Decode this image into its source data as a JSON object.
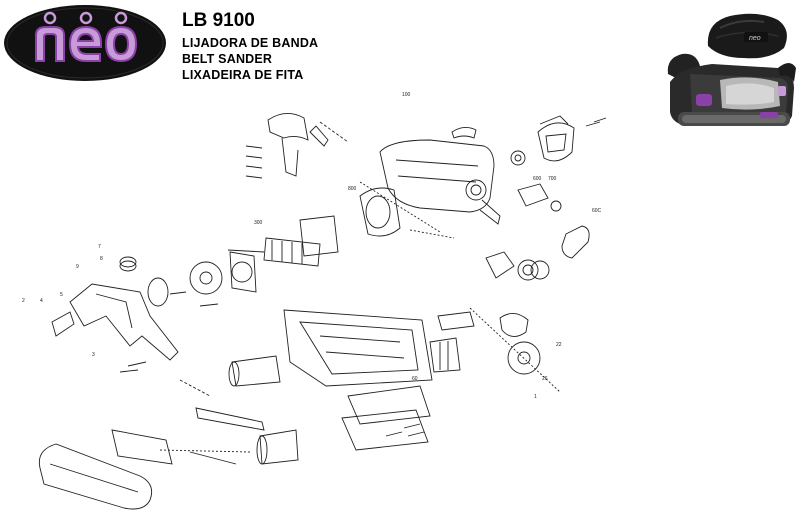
{
  "brand": {
    "logo_text": "neo",
    "colors": {
      "purple": "#8b3fa8",
      "lilac": "#c79ad8",
      "black": "#111111"
    }
  },
  "header": {
    "model": "LB 9100",
    "title_es": "LIJADORA DE BANDA",
    "title_en": "BELT SANDER",
    "title_pt": "LIXADEIRA DE FITA"
  },
  "product_photo": {
    "icon": "belt-sander-photo-icon",
    "badge_text": "neo"
  },
  "diagram": {
    "icon": "exploded-view-diagram-icon",
    "callouts": [
      "100",
      "600",
      "700",
      "800",
      "300",
      "60C",
      "60",
      "5",
      "7",
      "8",
      "9",
      "2",
      "4",
      "3",
      "1",
      "22",
      "26"
    ]
  }
}
